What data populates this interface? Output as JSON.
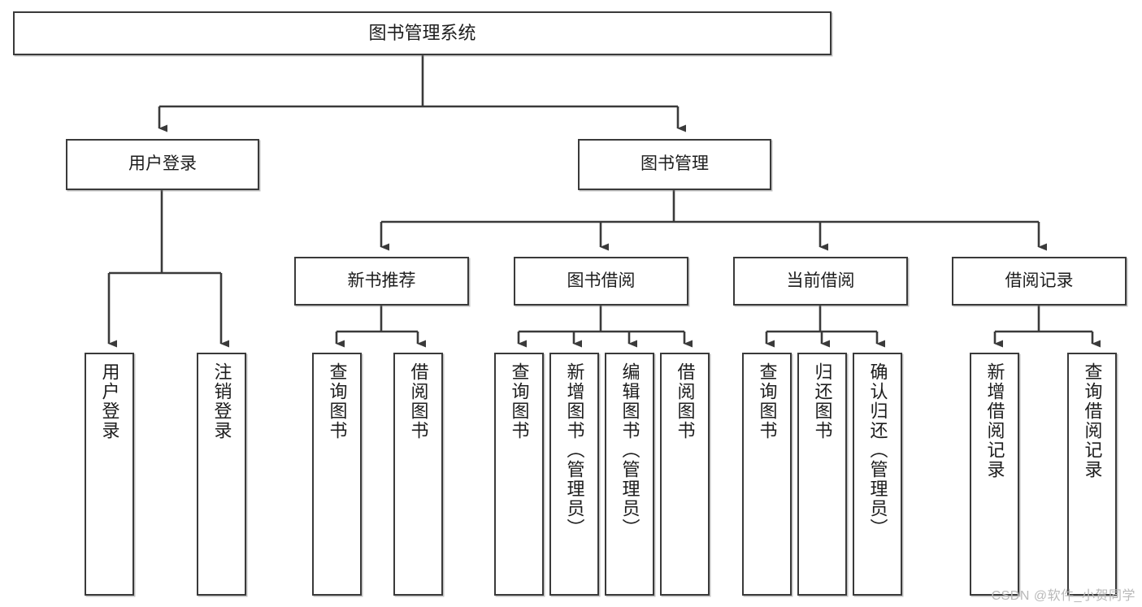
{
  "diagram": {
    "title": "图书管理系统",
    "type": "hierarchy-tree",
    "watermark": "CSDN @软件_小贺同学",
    "colors": {
      "stroke": "#3a3a3a",
      "fill": "#ffffff",
      "text": "#1d1d1d",
      "watermark": "#b9b9b9"
    },
    "root": {
      "label": "图书管理系统"
    },
    "level2": [
      {
        "label": "用户登录"
      },
      {
        "label": "图书管理"
      }
    ],
    "level3": [
      {
        "label": "新书推荐"
      },
      {
        "label": "图书借阅"
      },
      {
        "label": "当前借阅"
      },
      {
        "label": "借阅记录"
      }
    ],
    "leaves": {
      "user_login": [
        {
          "label": "用户登录"
        },
        {
          "label": "注销登录"
        }
      ],
      "new_book": [
        {
          "label": "查询图书"
        },
        {
          "label": "借阅图书"
        }
      ],
      "book_borrow": [
        {
          "label": "查询图书"
        },
        {
          "label": "新增图书（管理员）"
        },
        {
          "label": "编辑图书（管理员）"
        },
        {
          "label": "借阅图书"
        }
      ],
      "current_borrow": [
        {
          "label": "查询图书"
        },
        {
          "label": "归还图书"
        },
        {
          "label": "确认归还（管理员）"
        }
      ],
      "borrow_record": [
        {
          "label": "新增借阅记录"
        },
        {
          "label": "查询借阅记录"
        }
      ]
    }
  }
}
